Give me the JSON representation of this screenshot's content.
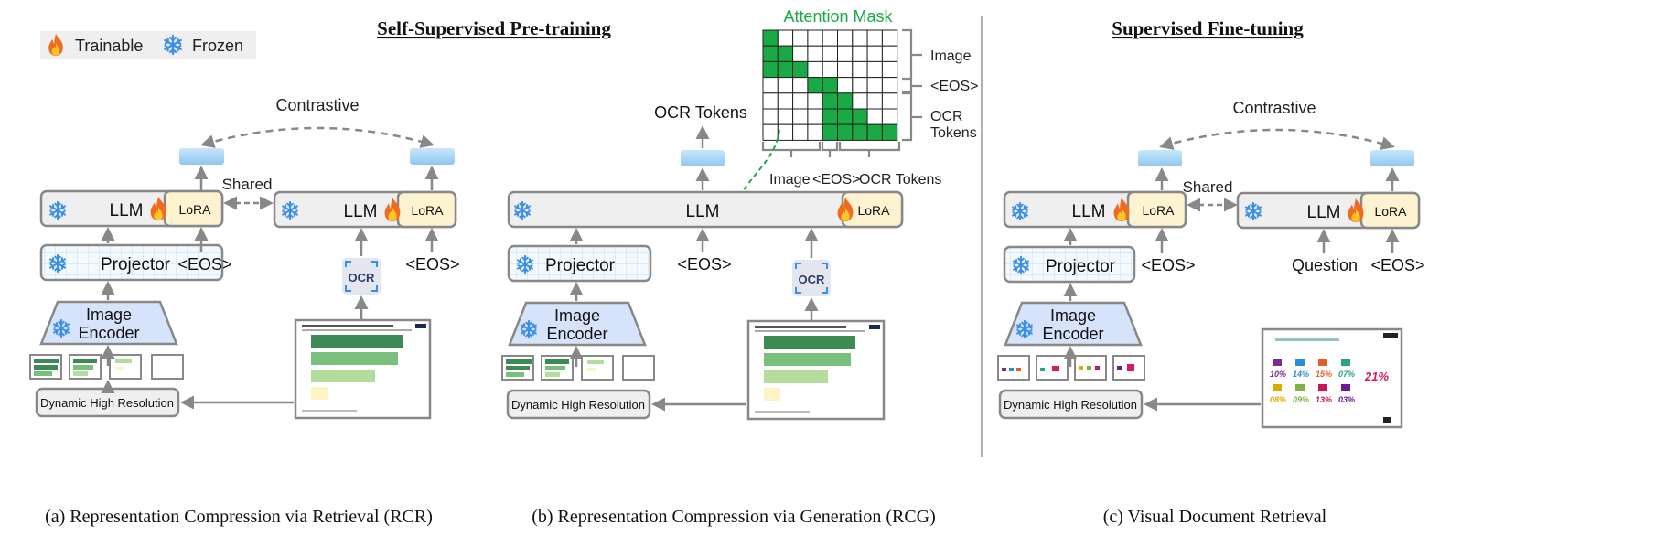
{
  "legend": {
    "trainable": "Trainable",
    "frozen": "Frozen"
  },
  "titles": {
    "pretraining": "Self-Supervised Pre-training",
    "finetuning": "Supervised Fine-tuning"
  },
  "captions": {
    "a": "(a) Representation Compression via Retrieval (RCR)",
    "b": "(b) Representation Compression via Generation (RCG)",
    "c": "(c) Visual Document Retrieval"
  },
  "common": {
    "llm": "LLM",
    "lora": "LoRA",
    "projector": "Projector",
    "image_encoder_line1": "Image",
    "image_encoder_line2": "Encoder",
    "dynamic_high_resolution": "Dynamic High Resolution",
    "eos": "<EOS>",
    "ocr": "OCR",
    "contrastive": "Contrastive",
    "shared": "Shared"
  },
  "panel_b": {
    "ocr_tokens": "OCR Tokens"
  },
  "panel_c": {
    "question": "Question"
  },
  "attention_mask": {
    "title": "Attention Mask",
    "row_labels": [
      "Image",
      "<EOS>",
      "OCR",
      "Tokens"
    ],
    "col_labels": {
      "image": "Image",
      "eos": "<EOS>",
      "ocr": "OCR Tokens"
    },
    "filled_color": "#1aaa45",
    "title_color": "#1aaa45"
  },
  "thumb_chart": {
    "title": "Share of people who say university is more important for boys",
    "values": [
      0.82,
      0.77,
      0.55,
      0.1
    ],
    "colors": [
      "#3d8a55",
      "#79c07f",
      "#b4dc9c",
      "#fdf3c4"
    ]
  },
  "infographic": {
    "percents": [
      "10%",
      "14%",
      "15%",
      "07%",
      "08%",
      "09%",
      "13%",
      "03%",
      "21%"
    ],
    "colors": [
      "#7a2b8c",
      "#2a8fd6",
      "#e05e2a",
      "#2aa38a",
      "#e0a800",
      "#7cb342",
      "#c2185b",
      "#6a1b9a",
      "#d81b60"
    ]
  },
  "colors": {
    "box_fill": "#efefef",
    "box_stroke": "#888888",
    "lora_fill": "#fdf3d0",
    "encoder_fill": "#d7e2fb",
    "embedding_fill": "#a9d7f5",
    "snow": "#3b8eea",
    "arrow": "#888888"
  }
}
